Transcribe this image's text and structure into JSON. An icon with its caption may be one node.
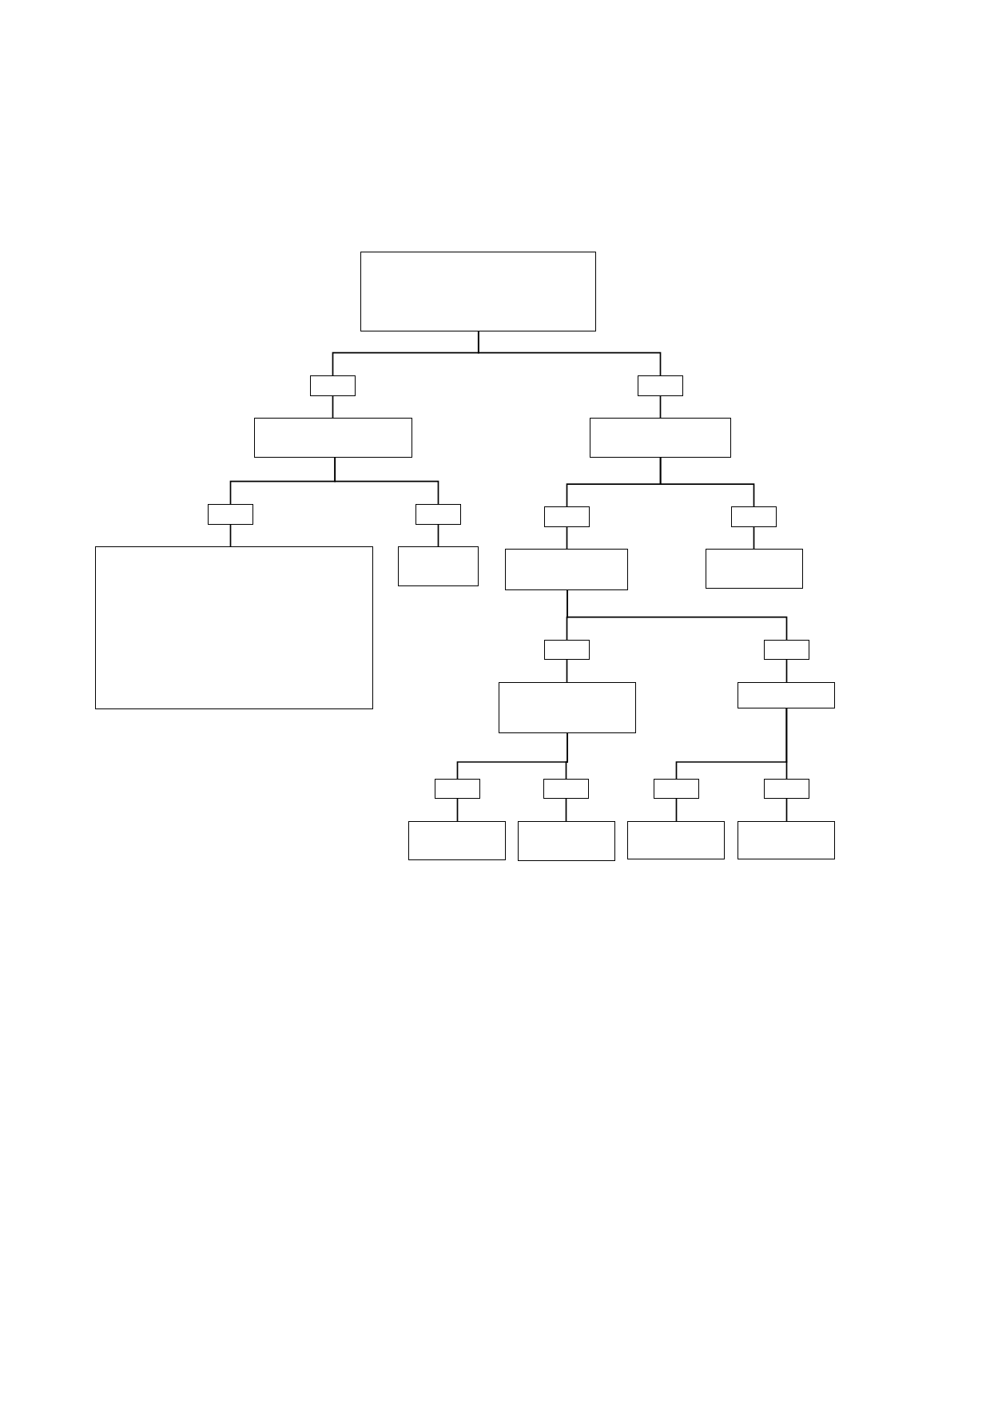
{
  "diagram": {
    "nodes": [
      {
        "text": [],
        "shape": "box"
      },
      {
        "text": [],
        "shape": "box"
      },
      {
        "text": [],
        "shape": "box"
      },
      {
        "text": [],
        "shape": "box"
      },
      {
        "text": [],
        "shape": "box"
      },
      {
        "text": [],
        "shape": "box"
      },
      {
        "text": [],
        "shape": "box"
      },
      {
        "text": [],
        "shape": "box"
      },
      {
        "text": [],
        "shape": "box"
      },
      {
        "text": [],
        "shape": "box"
      },
      {
        "text": [],
        "shape": "box"
      },
      {
        "text": [],
        "shape": "box"
      },
      {
        "text": [],
        "shape": "box"
      },
      {
        "text": [],
        "shape": "box"
      },
      {
        "text": [],
        "shape": "box"
      },
      {
        "text": [],
        "shape": "box"
      },
      {
        "text": [],
        "shape": "box"
      },
      {
        "text": [],
        "shape": "box"
      },
      {
        "text": [],
        "shape": "box"
      },
      {
        "text": [],
        "shape": "box"
      },
      {
        "text": [],
        "shape": "box"
      },
      {
        "text": [],
        "shape": "box"
      },
      {
        "text": [],
        "shape": "box"
      },
      {
        "text": [],
        "shape": "box"
      },
      {
        "text": [],
        "shape": "box"
      }
    ],
    "edges": [
      {
        "from": 0,
        "to": 1,
        "arrow": "none"
      },
      {
        "from": 0,
        "to": 2,
        "arrow": "none"
      },
      {
        "from": 1,
        "to": 3,
        "arrow": "none"
      },
      {
        "from": 2,
        "to": 4,
        "arrow": "none"
      },
      {
        "from": 3,
        "to": 5,
        "arrow": "none"
      },
      {
        "from": 3,
        "to": 6,
        "arrow": "none"
      },
      {
        "from": 4,
        "to": 7,
        "arrow": "none"
      },
      {
        "from": 4,
        "to": 8,
        "arrow": "none"
      },
      {
        "from": 5,
        "to": 9,
        "arrow": "none"
      },
      {
        "from": 6,
        "to": 10,
        "arrow": "none"
      },
      {
        "from": 7,
        "to": 11,
        "arrow": "none"
      },
      {
        "from": 8,
        "to": 12,
        "arrow": "none"
      },
      {
        "from": 11,
        "to": 13,
        "arrow": "none"
      },
      {
        "from": 11,
        "to": 14,
        "arrow": "none"
      },
      {
        "from": 13,
        "to": 15,
        "arrow": "none"
      },
      {
        "from": 14,
        "to": 16,
        "arrow": "none"
      },
      {
        "from": 15,
        "to": 17,
        "arrow": "none"
      },
      {
        "from": 15,
        "to": 18,
        "arrow": "none"
      },
      {
        "from": 16,
        "to": 19,
        "arrow": "none"
      },
      {
        "from": 16,
        "to": 20,
        "arrow": "none"
      },
      {
        "from": 17,
        "to": 21,
        "arrow": "none"
      },
      {
        "from": 18,
        "to": 22,
        "arrow": "none"
      },
      {
        "from": 19,
        "to": 23,
        "arrow": "none"
      },
      {
        "from": 20,
        "to": 24,
        "arrow": "none"
      }
    ]
  }
}
